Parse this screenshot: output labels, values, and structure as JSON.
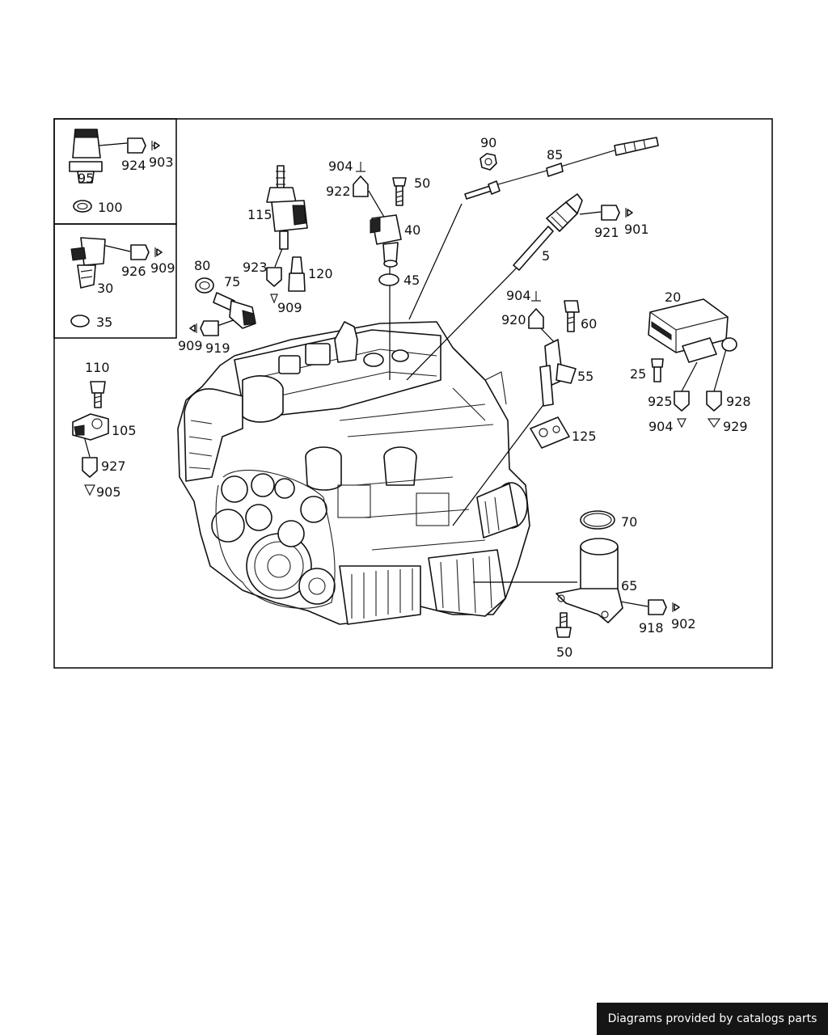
{
  "callouts": {
    "p95": "95",
    "p924": "924",
    "p903": "903",
    "p100": "100",
    "p926": "926",
    "p909a": "909",
    "p30": "30",
    "p35": "35",
    "p80": "80",
    "p75": "75",
    "p909b": "909",
    "p919": "919",
    "p115": "115",
    "p923": "923",
    "p909c": "909",
    "p120": "120",
    "p904a": "904",
    "p922": "922",
    "p50a": "50",
    "p40": "40",
    "p45": "45",
    "p90": "90",
    "p85": "85",
    "p921": "921",
    "p901": "901",
    "p5": "5",
    "p904b": "904",
    "p920": "920",
    "p60": "60",
    "p55": "55",
    "p125": "125",
    "p20": "20",
    "p25": "25",
    "p925": "925",
    "p928": "928",
    "p904c": "904",
    "p929": "929",
    "p110": "110",
    "p105": "105",
    "p927": "927",
    "p905": "905",
    "p70": "70",
    "p65": "65",
    "p918": "918",
    "p902": "902",
    "p50b": "50"
  },
  "footer": {
    "credit": "Diagrams provided by catalogs parts"
  }
}
